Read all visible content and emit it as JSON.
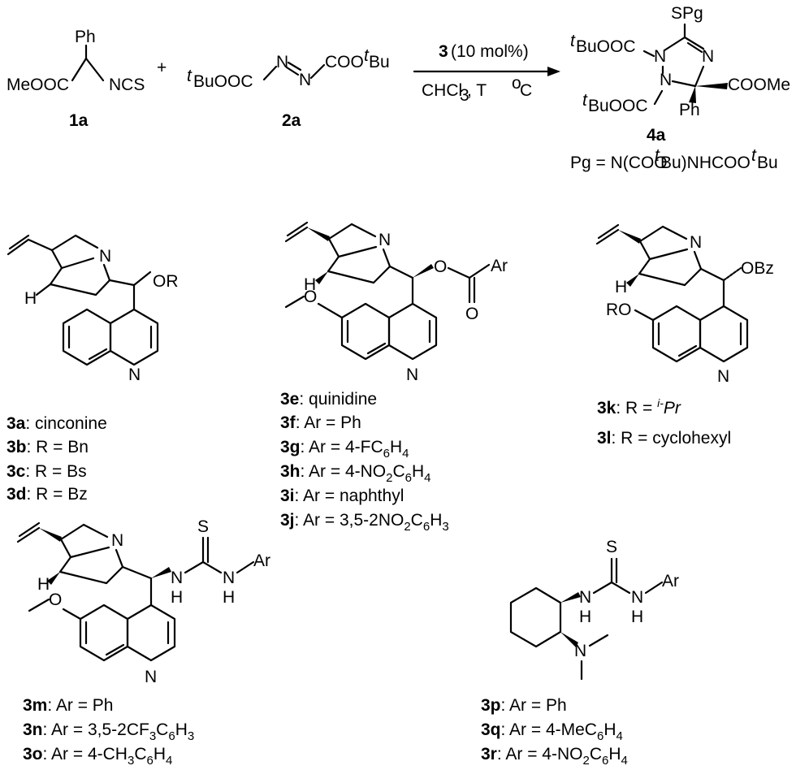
{
  "reaction": {
    "sm1": {
      "substituent": "Ph",
      "ester": "MeOOC",
      "isothiocyanate": "NCS",
      "code": "1a"
    },
    "plus": "+",
    "sm2": {
      "left": "BuOOC",
      "left_sup": "t",
      "azo_n1": "N",
      "azo_n2": "N",
      "right": "COO",
      "right_sup": "t",
      "right_tail": "Bu",
      "code": "2a"
    },
    "arrow": {
      "catalyst_code": "3",
      "catalyst_loading": "(10 mol%)",
      "solvent": "CHCl",
      "solvent_sub": "3",
      "temperature": ", T ",
      "temperature_sup": "o",
      "temperature_unit": "C"
    },
    "product": {
      "spg": "SPg",
      "n_top": "N",
      "n_left1": "N",
      "n_left2": "N",
      "boc1": "BuOOC",
      "boc1_sup": "t",
      "boc2": "BuOOC",
      "boc2_sup": "t",
      "ester": "COOMe",
      "phenyl": "Ph",
      "code": "4a",
      "pg_prefix": "Pg = N(COO",
      "pg_sup1": "t",
      "pg_mid": "Bu)NHCOO",
      "pg_sup2": "t",
      "pg_tail": "Bu"
    }
  },
  "catalysts": {
    "cinchona": {
      "n_bridge": "N",
      "h": "H",
      "n_quinoline": "N",
      "or": "OR",
      "obz": "OBz",
      "ro": "RO",
      "ar": "Ar",
      "o": "O",
      "s": "S",
      "nh": "N",
      "h_sub": "H"
    },
    "group_a": [
      {
        "code": "3a",
        "text": ": cinconine"
      },
      {
        "code": "3b",
        "text": ": R = Bn"
      },
      {
        "code": "3c",
        "text": ": R = Bs"
      },
      {
        "code": "3d",
        "text": ": R = Bz"
      }
    ],
    "group_e": [
      {
        "code": "3e",
        "text": ": quinidine"
      },
      {
        "code": "3f",
        "text": ": Ar = Ph"
      },
      {
        "code": "3g",
        "text": ": Ar = 4-FC",
        "sub1": "6",
        "mid": "H",
        "sub2": "4"
      },
      {
        "code": "3h",
        "text": ": Ar = 4-NO",
        "sub0": "2",
        "pre": "C",
        "sub1": "6",
        "mid": "H",
        "sub2": "4"
      },
      {
        "code": "3i",
        "text": ": Ar = naphthyl"
      },
      {
        "code": "3j",
        "text": ": Ar = 3,5-2NO",
        "sub0": "2",
        "pre": "C",
        "sub1": "6",
        "mid": "H",
        "sub2": "3"
      }
    ],
    "group_k": [
      {
        "code": "3k",
        "text": ": R = ",
        "sup": "i-",
        "tail": "Pr"
      },
      {
        "code": "3l",
        "text": ": R = cyclohexyl"
      }
    ],
    "group_m": [
      {
        "code": "3m",
        "text": ": Ar = Ph"
      },
      {
        "code": "3n",
        "text": ": Ar = 3,5-2CF",
        "sub0": "3",
        "pre": "C",
        "sub1": "6",
        "mid": "H",
        "sub2": "3"
      },
      {
        "code": "3o",
        "text": ": Ar = 4-CH",
        "sub0": "3",
        "pre": "C",
        "sub1": "6",
        "mid": "H",
        "sub2": "4"
      }
    ],
    "group_p": [
      {
        "code": "3p",
        "text": ": Ar = Ph"
      },
      {
        "code": "3q",
        "text": ": Ar = 4-MeC",
        "sub1": "6",
        "mid": "H",
        "sub2": "4"
      },
      {
        "code": "3r",
        "text": ": Ar = 4-NO",
        "sub0": "2",
        "pre": "C",
        "sub1": "6",
        "mid": "H",
        "sub2": "4"
      }
    ],
    "cyclohexyl_diamine": {
      "nh1": "N",
      "h1": "H",
      "nh2": "N",
      "h2": "H",
      "ar": "Ar",
      "s": "S",
      "nme2": "N"
    }
  }
}
